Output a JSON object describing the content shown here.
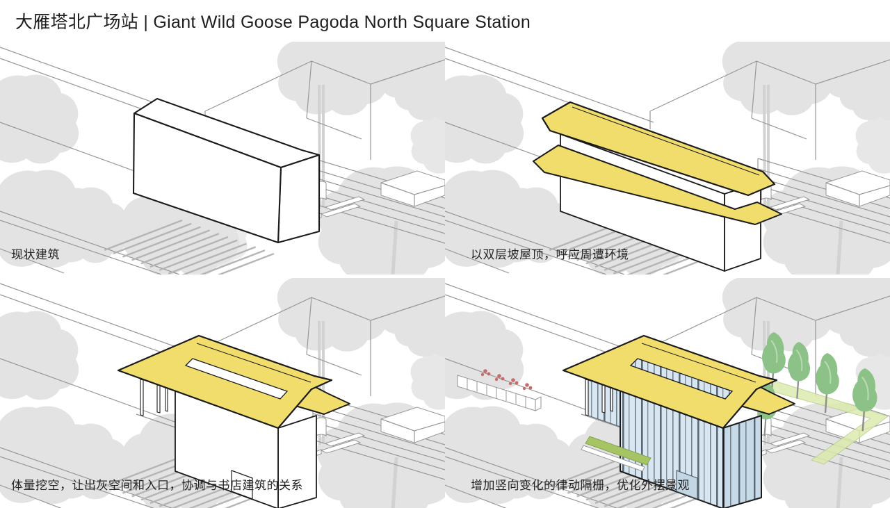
{
  "title": {
    "text": "大雁塔北广场站 | Giant Wild Goose Pagoda North Square Station"
  },
  "panels": [
    {
      "id": "existing",
      "caption": "现状建筑"
    },
    {
      "id": "double-pitched-roof",
      "caption": "以双层坡屋顶，呼应周遭环境"
    },
    {
      "id": "carved-volume",
      "caption": "体量挖空，让出灰空间和入口，协调与书店建筑的关系"
    },
    {
      "id": "rhythmic-louvers",
      "caption": "增加竖向变化的律动隔栅，优化外摆景观"
    }
  ],
  "colors": {
    "ink": "#1b1b1b",
    "line": "#979797",
    "treegray": "#e3e3e3",
    "yellow": "#f1dd6b",
    "glass": "#d7e6f0",
    "glass2": "#c6dae8",
    "fin": "#45545f",
    "hedge": "#a6c464",
    "lgreen": "#dcebae",
    "pine": "#8cc287",
    "flower": "#c96b6b"
  }
}
